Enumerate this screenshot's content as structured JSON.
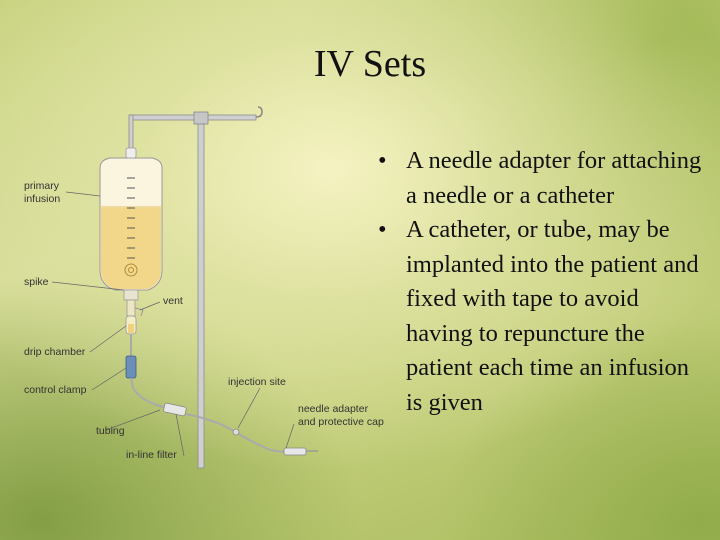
{
  "slide": {
    "title": "IV Sets",
    "bullets": [
      "A needle adapter for attaching a needle or a catheter",
      "A catheter, or tube, may be implanted into the patient and fixed with tape to avoid having to repuncture the patient each time an infusion is given"
    ],
    "bullet_symbol": "•"
  },
  "diagram": {
    "labels": {
      "primary_infusion_1": "primary",
      "primary_infusion_2": "infusion",
      "spike": "spike",
      "vent": "vent",
      "drip_chamber": "drip chamber",
      "control_clamp": "control clamp",
      "injection_site": "injection site",
      "needle_adapter_1": "needle adapter",
      "needle_adapter_2": "and protective cap",
      "tubing": "tubing",
      "inline_filter": "in-line filter"
    }
  },
  "colors": {
    "fluid": "#f3d98c",
    "bag": "#fbf3dc",
    "pole": "#b9b9b9"
  }
}
